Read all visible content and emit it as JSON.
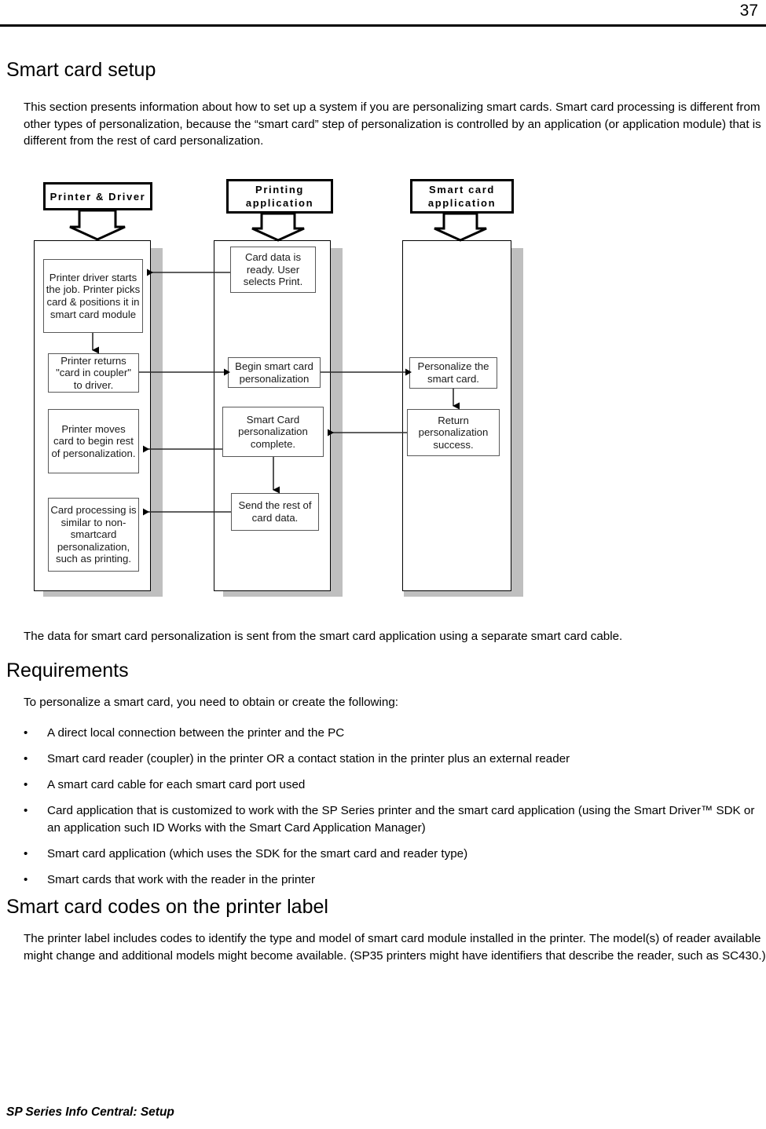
{
  "page": {
    "number": "37",
    "footer": "SP Series Info Central: Setup"
  },
  "sections": {
    "title": "Smart card setup",
    "intro": "This section presents information about how to set up a system if you are personalizing smart cards. Smart card processing is different from other types of personalization, because the “smart card” step of personalization is controlled by an application (or application module) that is different from the rest of card personalization.",
    "caption": "The data for smart card personalization is sent from the smart card application using a separate smart card cable.",
    "requirements_heading": "Requirements",
    "requirements_intro": "To personalize a smart card, you need to obtain or create the following:",
    "bullets": [
      "A direct local connection between the printer and the PC",
      "Smart card reader (coupler) in the printer OR a contact station in the printer plus an external reader",
      "A smart card cable for each smart card port used",
      "Card application that is customized to work with the SP Series printer and the smart card application (using the Smart Driver™ SDK or an application such ID Works with the Smart Card Application Manager)",
      "Smart card application (which uses the SDK for the smart card and reader type)",
      "Smart cards that work with the reader in the printer"
    ],
    "bullet_marker": "•",
    "codes_heading": "Smart card codes on the printer label",
    "codes_body": "The printer label includes codes to identify the type and model of smart card module installed in the printer. The model(s) of reader available might change and additional models might become available. (SP35 printers might have identifiers that describe the reader, such as SC430.)"
  },
  "diagram": {
    "lanes": [
      {
        "id": "printer-driver",
        "title_line1": "Printer & Driver",
        "title_line2": ""
      },
      {
        "id": "printing-app",
        "title_line1": "Printing",
        "title_line2": "application"
      },
      {
        "id": "smart-card-app",
        "title_line1": "Smart card",
        "title_line2": "application"
      }
    ],
    "boxes": {
      "printer_driver_starts": "Printer driver starts  the job. Printer picks card & positions it in smart card module",
      "printer_returns": "Printer returns \"card in coupler\" to driver.",
      "printer_moves": "Printer moves card to begin rest of personalization.",
      "card_processing": "Card processing is similar to non-smartcard personalization, such as printing.",
      "card_data_ready": "Card data is ready. User selects Print.",
      "begin_smartcard": "Begin smart card personalization",
      "smartcard_complete": "Smart Card personalization complete.",
      "send_rest": "Send the rest of card data.",
      "personalize_card": "Personalize the smart card.",
      "return_success": "Return personalization success."
    }
  }
}
